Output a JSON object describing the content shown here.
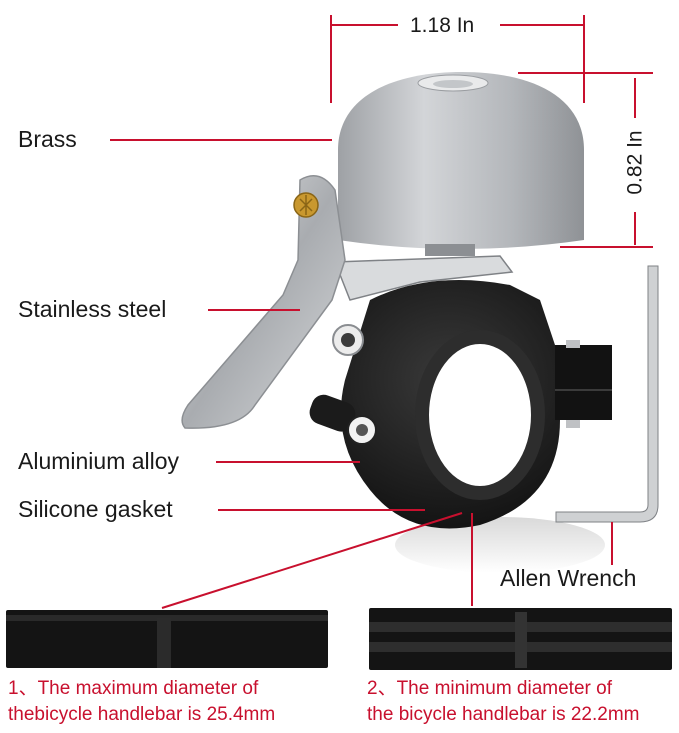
{
  "diagram": {
    "subject": "Bicycle bell with handlebar clamp and accessories",
    "dimensions": {
      "width_label": "1.18 In",
      "height_label": "0.82 In"
    },
    "callouts": [
      {
        "id": "brass",
        "label": "Brass"
      },
      {
        "id": "stainless-steel",
        "label": "Stainless steel"
      },
      {
        "id": "aluminium-alloy",
        "label": "Aluminium alloy"
      },
      {
        "id": "silicone-gasket",
        "label": "Silicone gasket"
      },
      {
        "id": "allen-wrench",
        "label": "Allen Wrench"
      }
    ],
    "notes": [
      {
        "line1": "1、The maximum diameter of",
        "line2": "thebicycle handlebar is 25.4mm"
      },
      {
        "line1": "2、The minimum diameter of",
        "line2": "the bicycle handlebar is 22.2mm"
      }
    ],
    "colors": {
      "leader_line": "#c8102e",
      "bell_silver": "#b9bcc0",
      "clamp_black": "#141414",
      "brass": "#c9982f",
      "text": "#1a1a1a"
    }
  }
}
